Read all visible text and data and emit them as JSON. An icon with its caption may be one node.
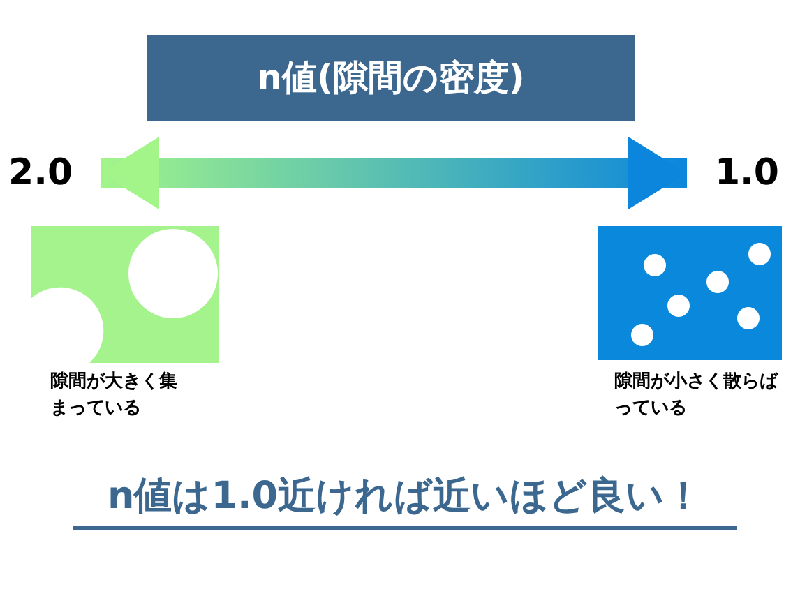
{
  "diagram": {
    "title": "n値(隙間の密度)",
    "nodes": [
      {
        "text": [
          "2.0"
        ]
      },
      {
        "text": [
          "1.0"
        ]
      }
    ],
    "edges": [
      {
        "from": 0,
        "to": 1,
        "arrow": "both"
      }
    ],
    "labels": [
      "隙間が大きく集まっている",
      "隙間が小さく散らばっている",
      "n値は1.0近ければ近いほど良い！"
    ]
  }
}
